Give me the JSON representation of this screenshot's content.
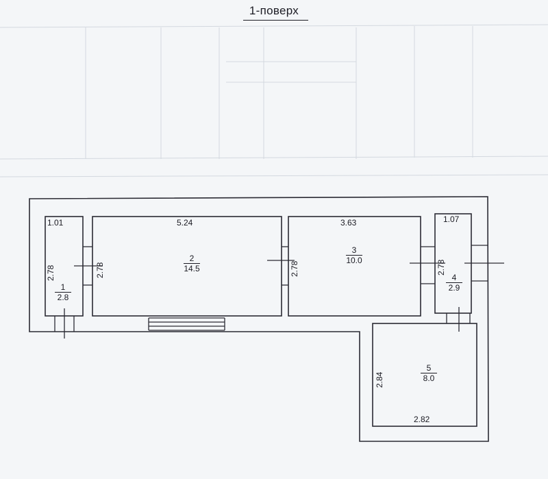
{
  "title": "1-поверх",
  "rooms": [
    {
      "id": "1",
      "area": "2.8",
      "width": "1.01",
      "length": "2.78"
    },
    {
      "id": "2",
      "area": "14.5",
      "width": "5.24",
      "length": "2.78"
    },
    {
      "id": "3",
      "area": "10.0",
      "width": "3.63",
      "length": "2.78"
    },
    {
      "id": "4",
      "area": "2.9",
      "width": "1.07",
      "length": "2.78"
    },
    {
      "id": "5",
      "area": "8.0",
      "width": "2.82",
      "length": "2.84"
    }
  ],
  "colors": {
    "line": "#2a2a33",
    "paper": "#f4f6f8",
    "faint": "#c9ced6"
  }
}
